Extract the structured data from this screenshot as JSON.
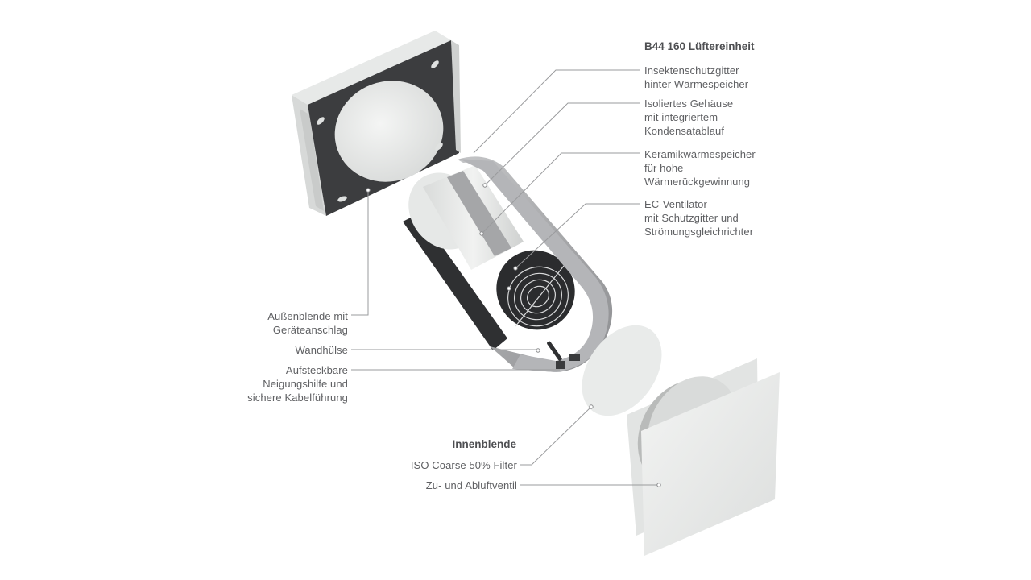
{
  "diagram": {
    "type": "exploded-product-view",
    "colors": {
      "background": "#ffffff",
      "label_text": "#5f6063",
      "heading_text": "#4e4f52",
      "leader_line": "#9a9b9d",
      "housing_grey": "#a9aaad",
      "gasket_dark": "#3b3c3e",
      "panel_white": "#e9ebea"
    }
  },
  "groups": {
    "unit": {
      "heading": "B44 160 Lüftereinheit",
      "items": [
        {
          "lines": [
            "Insektenschutzgitter",
            "hinter Wärmespeicher"
          ]
        },
        {
          "lines": [
            "Isoliertes Gehäuse",
            "mit integriertem",
            "Kondensatablauf"
          ]
        },
        {
          "lines": [
            "Keramikwärmespeicher",
            "für hohe",
            "Wärmerückgewinnung"
          ]
        },
        {
          "lines": [
            "EC-Ventilator",
            "mit Schutzgitter und",
            "Strömungsgleichrichter"
          ]
        }
      ]
    },
    "outer": {
      "items": [
        {
          "lines": [
            "Außenblende mit",
            "Geräteanschlag"
          ]
        },
        {
          "lines": [
            "Wandhülse"
          ]
        },
        {
          "lines": [
            "Aufsteckbare",
            "Neigungshilfe und",
            "sichere Kabelführung"
          ]
        }
      ]
    },
    "inner": {
      "heading": "Innenblende",
      "items": [
        {
          "lines": [
            "ISO Coarse 50% Filter"
          ]
        },
        {
          "lines": [
            "Zu- und Abluftventil"
          ]
        }
      ]
    }
  }
}
